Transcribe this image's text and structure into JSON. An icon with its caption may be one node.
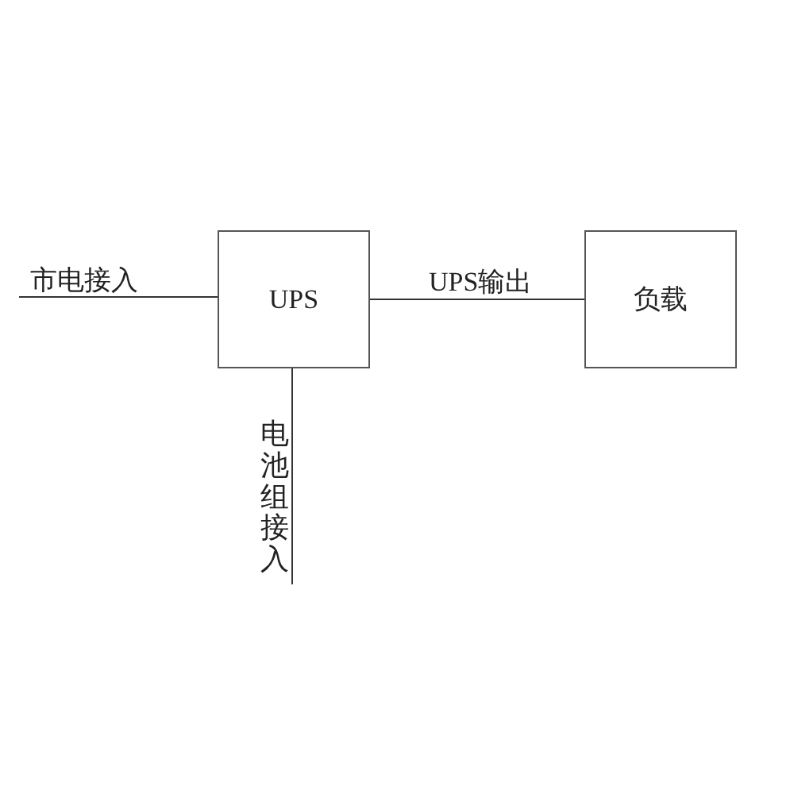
{
  "diagram": {
    "nodes": [
      {
        "text": [
          "UPS"
        ]
      },
      {
        "text": [
          "负载"
        ]
      }
    ],
    "edges": [
      {
        "from": null,
        "to": 0,
        "arrow": "none",
        "label": "市电接入"
      },
      {
        "from": 0,
        "to": 1,
        "arrow": "none",
        "label": "UPS输出"
      },
      {
        "from": null,
        "to": 0,
        "arrow": "none",
        "label": "电池组接入"
      }
    ]
  }
}
